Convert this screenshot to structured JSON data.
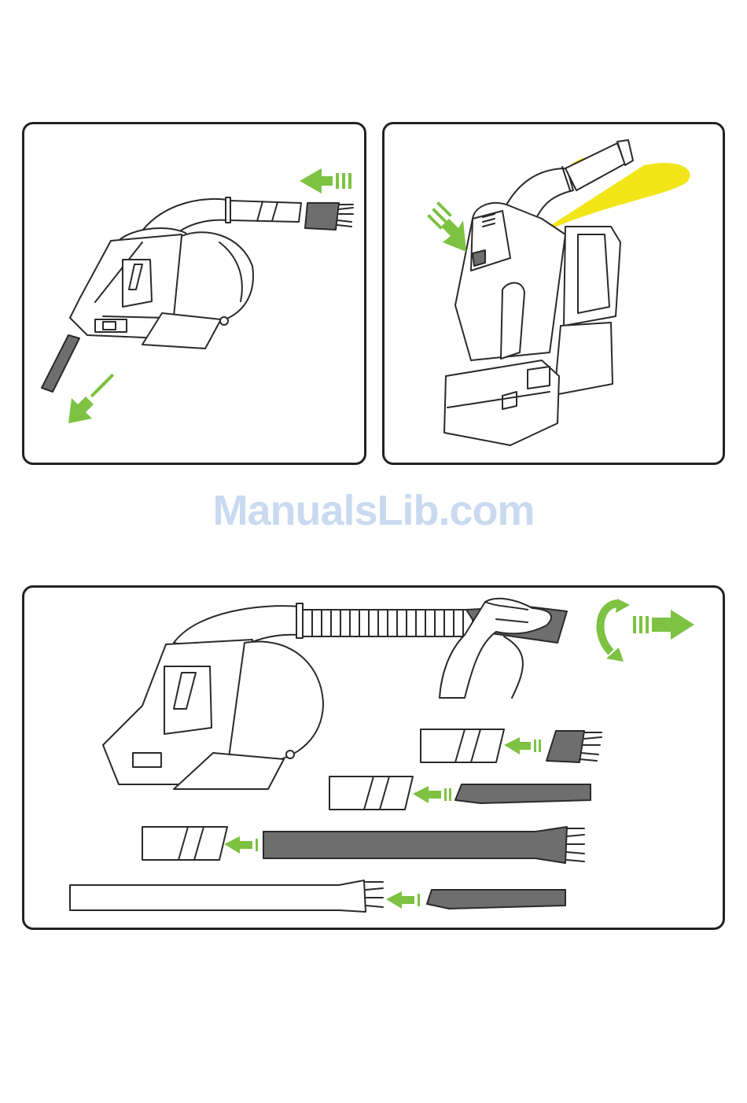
{
  "watermark": {
    "text": "ManualsLib.com"
  },
  "colors": {
    "arrow": "#7dc242",
    "light_beam": "#f2e619",
    "accessory": "#6e6e6e",
    "outline": "#2a2a2a",
    "watermark": "#c9daf0"
  },
  "panels": [
    {
      "name": "panel-a",
      "icons": [
        "handheld-vacuum-icon",
        "dusting-brush-icon",
        "crevice-flap-icon",
        "insert-arrow-icon",
        "remove-arrow-icon"
      ]
    },
    {
      "name": "panel-b",
      "icons": [
        "handheld-vacuum-upright-icon",
        "press-button-arrow-icon",
        "led-light-beam-icon"
      ]
    },
    {
      "name": "panel-c",
      "icons": [
        "handheld-vacuum-with-hose-icon",
        "hand-icon",
        "rotate-arrow-icon",
        "pull-arrow-icon",
        "dusting-brush-icon",
        "crevice-tool-icon",
        "extension-wand-icon",
        "crevice-tool-icon"
      ]
    }
  ]
}
